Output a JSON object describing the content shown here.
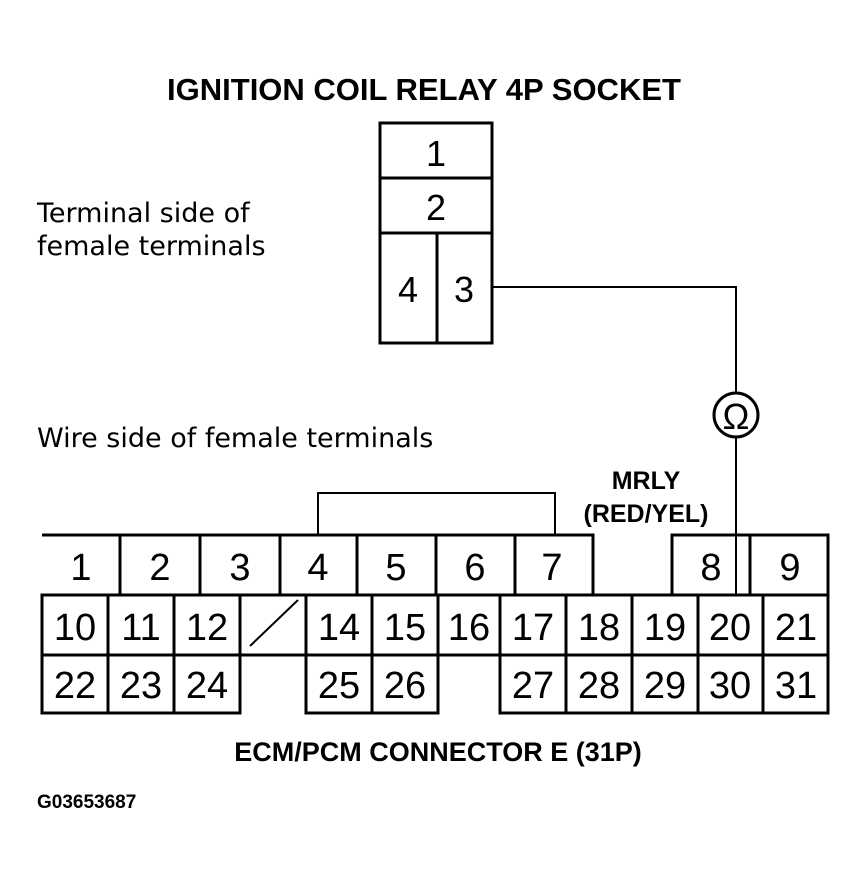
{
  "relay": {
    "title": "IGNITION COIL RELAY 4P SOCKET",
    "side_label_line1": "Terminal side of",
    "side_label_line2": "female terminals",
    "pins": [
      "1",
      "2",
      "4",
      "3"
    ]
  },
  "ecm": {
    "side_label": "Wire side of female terminals",
    "title": "ECM/PCM CONNECTOR E (31P)",
    "wire_label_line1": "MRLY",
    "wire_label_line2": "(RED/YEL)",
    "row1_pins": [
      "1",
      "2",
      "3",
      "4",
      "5",
      "6",
      "7",
      "8",
      "9"
    ],
    "row2_pins": [
      "10",
      "11",
      "12",
      "14",
      "15",
      "16",
      "17",
      "18",
      "19",
      "20",
      "21"
    ],
    "row3_pins": [
      "22",
      "23",
      "24",
      "25",
      "26",
      "27",
      "28",
      "29",
      "30",
      "31"
    ]
  },
  "meter": {
    "symbol": "Ω",
    "icon": "ohmmeter-icon"
  },
  "figure_id": "G03653687"
}
